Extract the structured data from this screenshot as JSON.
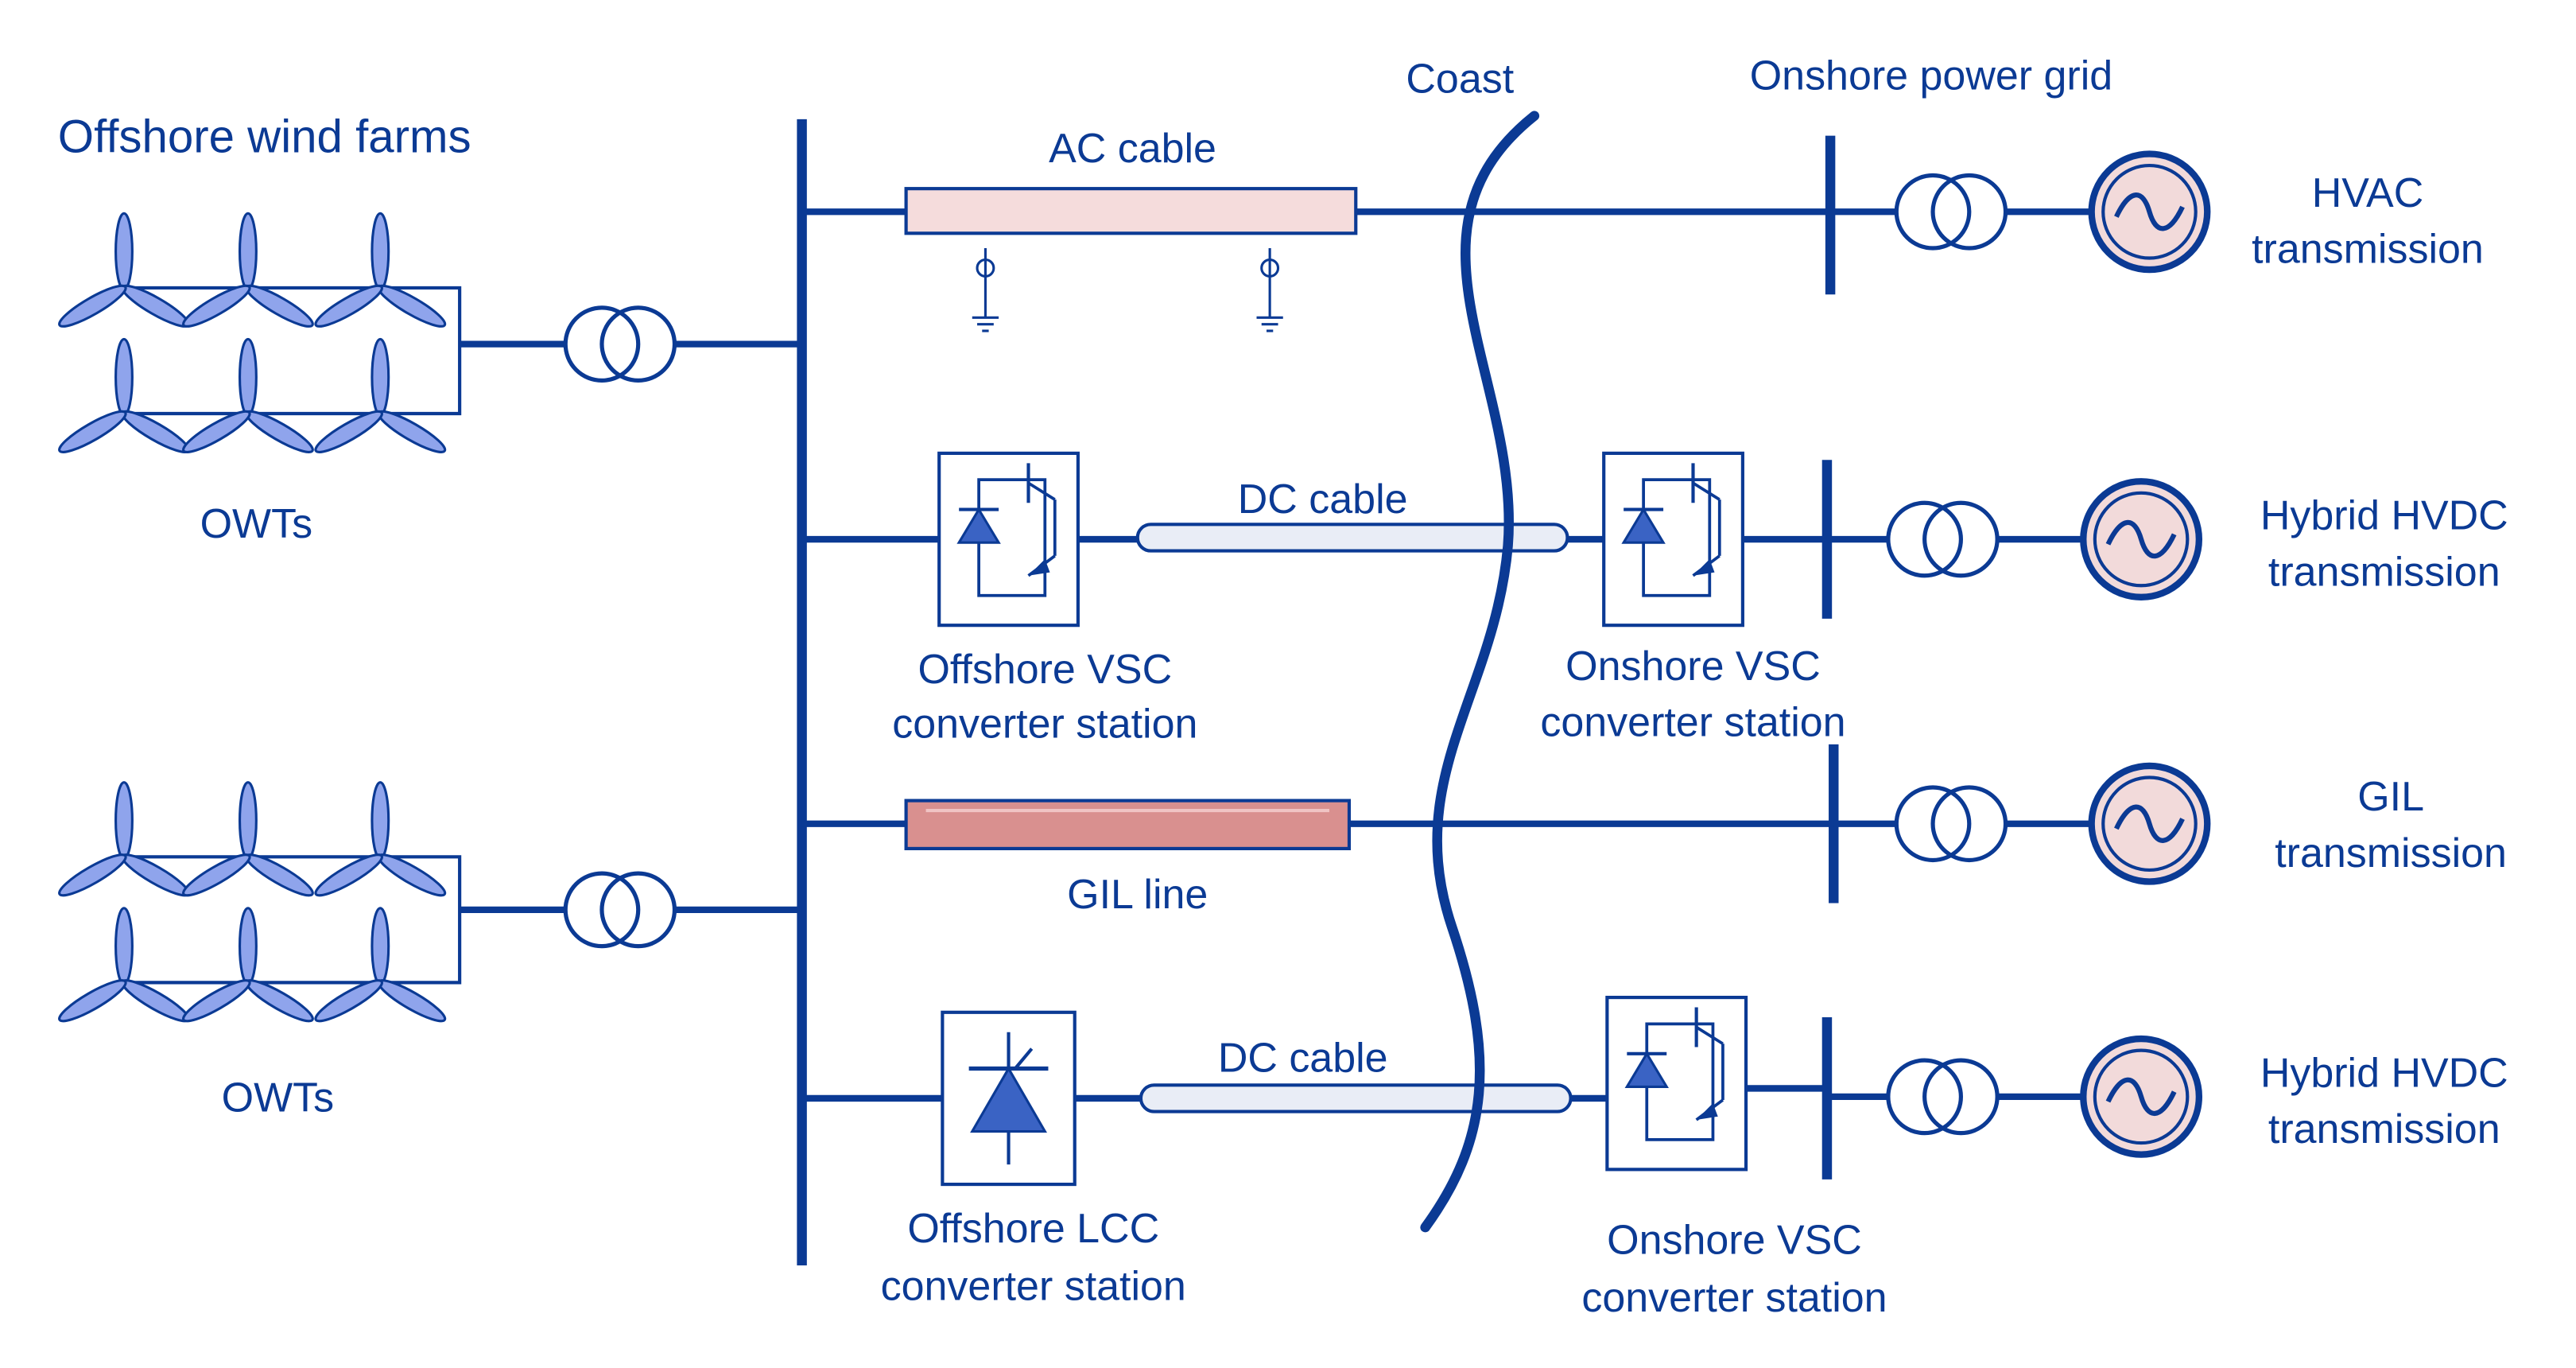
{
  "labels": {
    "offshore_wind_farms": "Offshore wind farms",
    "owts_top": "OWTs",
    "owts_bottom": "OWTs",
    "coast": "Coast",
    "onshore_power_grid": "Onshore power grid",
    "ac_cable": "AC cable",
    "dc_cable_1": "DC cable",
    "gil_line": "GIL line",
    "dc_cable_2": "DC cable",
    "offshore_vsc_l1": "Offshore VSC",
    "offshore_vsc_l2": "converter station",
    "onshore_vsc1_l1": "Onshore VSC",
    "onshore_vsc1_l2": "converter station",
    "offshore_lcc_l1": "Offshore LCC",
    "offshore_lcc_l2": "converter station",
    "onshore_vsc2_l1": "Onshore VSC",
    "onshore_vsc2_l2": "converter station",
    "hvac_l1": "HVAC",
    "hvac_l2": "transmission",
    "hybrid1_l1": "Hybrid HVDC",
    "hybrid1_l2": "transmission",
    "gil_l1": "GIL",
    "gil_l2": "transmission",
    "hybrid2_l1": "Hybrid HVDC",
    "hybrid2_l2": "transmission"
  },
  "colors": {
    "line": "#0b3a94",
    "turbine_blade": "#8fa4ec",
    "ac_cable_fill": "#f5dcdc",
    "gil_fill": "#d9908f",
    "dc_cable_fill": "#e9edf6",
    "generator_fill": "#f2dada",
    "diode_fill": "#3a63c4"
  }
}
